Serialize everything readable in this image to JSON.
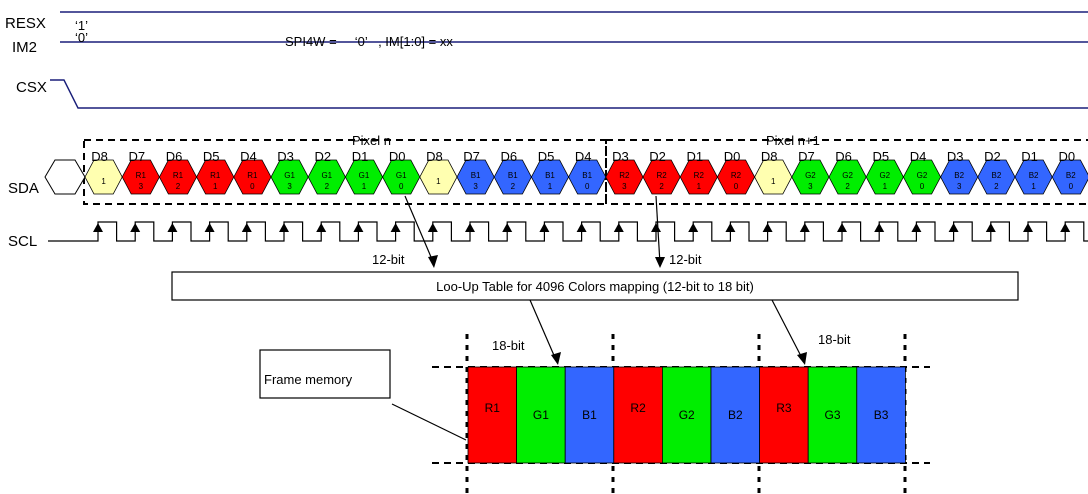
{
  "colors": {
    "line": "#1a1f7a",
    "red": "#ff0000",
    "green": "#00ee00",
    "blue": "#3366ff",
    "yellow": "#ffffb0"
  },
  "signals": {
    "resx_label": "RESX",
    "resx_value": "‘1’",
    "im2_label": "IM2",
    "im2_value": "‘0’",
    "mode_text": "SPI4W =     ‘0’   , IM[1:0] = xx",
    "csx_label": "CSX",
    "sda_label": "SDA",
    "scl_label": "SCL"
  },
  "pixels": {
    "pixel_n": "Pixel n",
    "pixel_n1": "Pixel n+1"
  },
  "sda_bits": [
    {
      "top": "D8",
      "code": "1",
      "sub": "",
      "color": "yellow"
    },
    {
      "top": "D7",
      "code": "R1",
      "sub": "3",
      "color": "red"
    },
    {
      "top": "D6",
      "code": "R1",
      "sub": "2",
      "color": "red"
    },
    {
      "top": "D5",
      "code": "R1",
      "sub": "1",
      "color": "red"
    },
    {
      "top": "D4",
      "code": "R1",
      "sub": "0",
      "color": "red"
    },
    {
      "top": "D3",
      "code": "G1",
      "sub": "3",
      "color": "green"
    },
    {
      "top": "D2",
      "code": "G1",
      "sub": "2",
      "color": "green"
    },
    {
      "top": "D1",
      "code": "G1",
      "sub": "1",
      "color": "green"
    },
    {
      "top": "D0",
      "code": "G1",
      "sub": "0",
      "color": "green"
    },
    {
      "top": "D8",
      "code": "1",
      "sub": "",
      "color": "yellow"
    },
    {
      "top": "D7",
      "code": "B1",
      "sub": "3",
      "color": "blue"
    },
    {
      "top": "D6",
      "code": "B1",
      "sub": "2",
      "color": "blue"
    },
    {
      "top": "D5",
      "code": "B1",
      "sub": "1",
      "color": "blue"
    },
    {
      "top": "D4",
      "code": "B1",
      "sub": "0",
      "color": "blue"
    },
    {
      "top": "D3",
      "code": "R2",
      "sub": "3",
      "color": "red"
    },
    {
      "top": "D2",
      "code": "R2",
      "sub": "2",
      "color": "red"
    },
    {
      "top": "D1",
      "code": "R2",
      "sub": "1",
      "color": "red"
    },
    {
      "top": "D0",
      "code": "R2",
      "sub": "0",
      "color": "red"
    },
    {
      "top": "D8",
      "code": "1",
      "sub": "",
      "color": "yellow"
    },
    {
      "top": "D7",
      "code": "G2",
      "sub": "3",
      "color": "green"
    },
    {
      "top": "D6",
      "code": "G2",
      "sub": "2",
      "color": "green"
    },
    {
      "top": "D5",
      "code": "G2",
      "sub": "1",
      "color": "green"
    },
    {
      "top": "D4",
      "code": "G2",
      "sub": "0",
      "color": "green"
    },
    {
      "top": "D3",
      "code": "B2",
      "sub": "3",
      "color": "blue"
    },
    {
      "top": "D2",
      "code": "B2",
      "sub": "2",
      "color": "blue"
    },
    {
      "top": "D1",
      "code": "B2",
      "sub": "1",
      "color": "blue"
    },
    {
      "top": "D0",
      "code": "B2",
      "sub": "0",
      "color": "blue"
    }
  ],
  "lut": {
    "label": "Loo-Up Table for 4096 Colors mapping (12-bit to 18 bit)",
    "input_left": "12-bit",
    "input_right": "12-bit",
    "output_left": "18-bit",
    "output_right": "18-bit"
  },
  "frame_memory": {
    "label": "Frame memory",
    "cells": [
      {
        "label": "R1",
        "color": "red"
      },
      {
        "label": "G1",
        "color": "green"
      },
      {
        "label": "B1",
        "color": "blue"
      },
      {
        "label": "R2",
        "color": "red"
      },
      {
        "label": "G2",
        "color": "green"
      },
      {
        "label": "B2",
        "color": "blue"
      },
      {
        "label": "R3",
        "color": "red"
      },
      {
        "label": "G3",
        "color": "green"
      },
      {
        "label": "B3",
        "color": "blue"
      }
    ]
  }
}
